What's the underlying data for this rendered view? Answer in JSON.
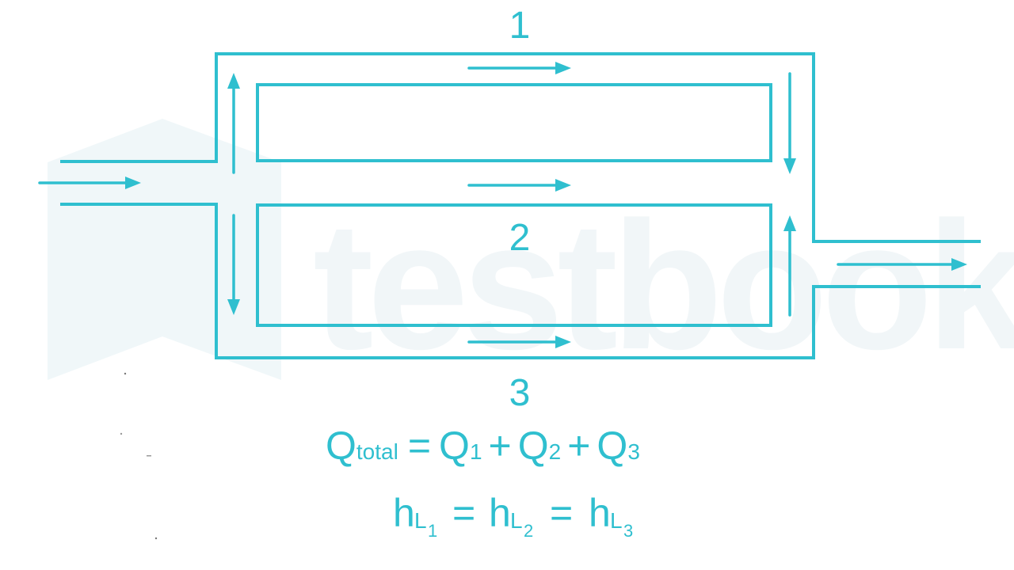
{
  "figure": {
    "branch_labels": [
      "1",
      "2",
      "3"
    ],
    "equations": {
      "flow": {
        "q": "Q",
        "total_sub": "total",
        "equals": "=",
        "plus": "+",
        "sub1": "1",
        "sub2": "2",
        "sub3": "3"
      },
      "headloss": {
        "h": "h",
        "l": "L",
        "equals": "=",
        "sub1": "1",
        "sub2": "2",
        "sub3": "3"
      }
    },
    "watermark": "testbook",
    "colors": {
      "line": "#2fbfcf",
      "watermark": "#f0f7f9"
    }
  }
}
